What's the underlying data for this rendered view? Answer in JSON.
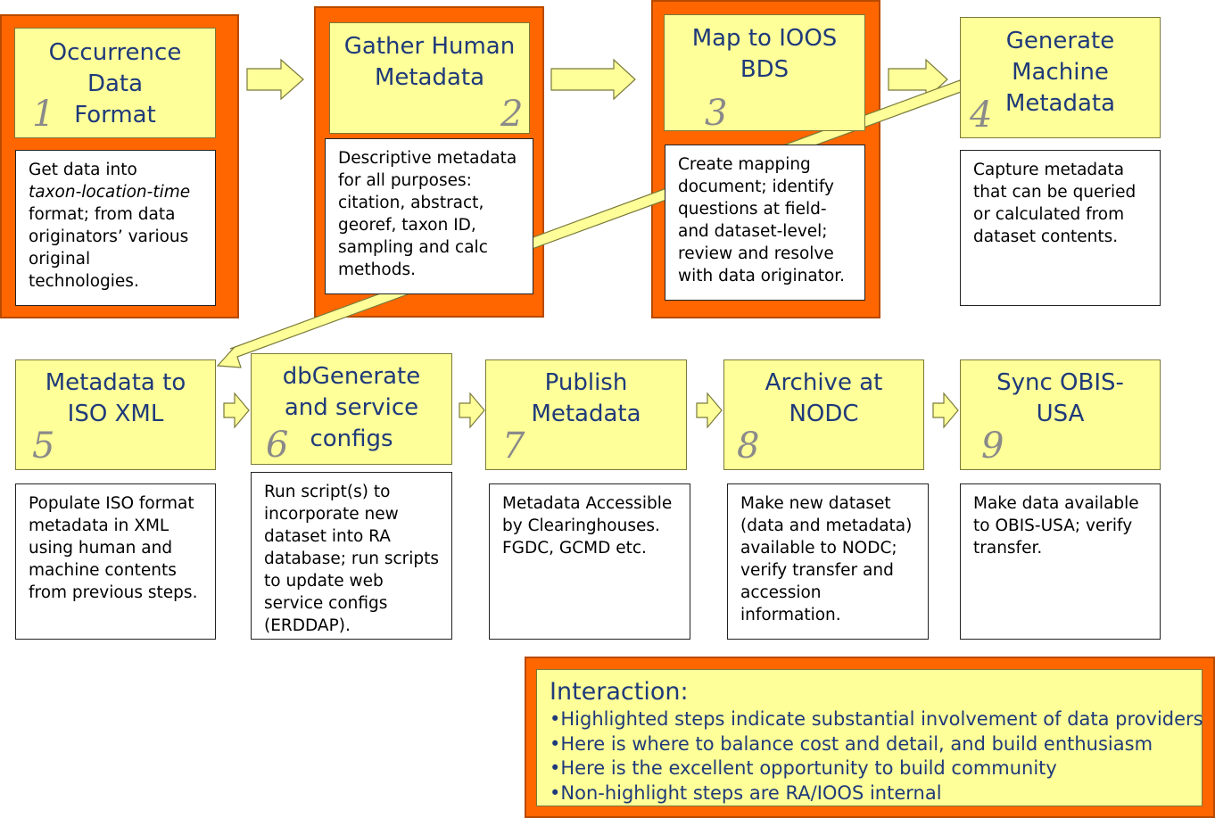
{
  "steps": [
    {
      "id": 1,
      "number": "1",
      "title": "Occurrence\nData\nFormat",
      "highlighted": true,
      "desc_pre": "Get data into\n",
      "desc_em": "taxon-location-time",
      "desc_post": "\nformat; from data\noriginators’ various\noriginal technologies."
    },
    {
      "id": 2,
      "number": "2",
      "title": "Gather Human\nMetadata",
      "highlighted": true,
      "desc": "Descriptive metadata\nfor all purposes:\ncitation, abstract,\ngeoref, taxon ID,\nsampling and calc\nmethods."
    },
    {
      "id": 3,
      "number": "3",
      "title": "Map to IOOS\nBDS",
      "highlighted": true,
      "desc": "Create mapping\ndocument; identify\nquestions at field-\nand dataset-level;\nreview and resolve\nwith data originator."
    },
    {
      "id": 4,
      "number": "4",
      "title": "Generate\nMachine\nMetadata",
      "highlighted": false,
      "desc": "Capture metadata\nthat can be queried\nor calculated from\ndataset contents."
    },
    {
      "id": 5,
      "number": "5",
      "title": "Metadata to\nISO XML",
      "highlighted": false,
      "desc": "Populate ISO format\nmetadata in XML\nusing human and\nmachine contents\nfrom previous steps."
    },
    {
      "id": 6,
      "number": "6",
      "title": "dbGenerate\nand service\nconfigs",
      "highlighted": false,
      "desc": "Run script(s) to\nincorporate new\ndataset into RA\ndatabase; run scripts\nto update web\nservice configs\n(ERDDAP)."
    },
    {
      "id": 7,
      "number": "7",
      "title": "Publish\nMetadata",
      "highlighted": false,
      "desc": "Metadata Accessible\nby Clearinghouses.\nFGDC, GCMD etc."
    },
    {
      "id": 8,
      "number": "8",
      "title": "Archive at\nNODC",
      "highlighted": false,
      "desc": "Make new dataset\n(data and metadata)\navailable to NODC;\nverify transfer and\naccession\ninformation."
    },
    {
      "id": 9,
      "number": "9",
      "title": "Sync OBIS-\nUSA",
      "highlighted": false,
      "desc": "Make data available\nto OBIS-USA; verify\ntransfer."
    }
  ],
  "legend": {
    "title": "Interaction:",
    "items": [
      "•Highlighted steps indicate substantial involvement of data providers",
      "•Here is where to balance cost and detail, and build enthusiasm",
      "•Here is the excellent opportunity to build community",
      "•Non-highlight steps are RA/IOOS internal"
    ]
  },
  "colors": {
    "highlight": "#ff6600",
    "title_fill": "#ffff99",
    "title_text": "#1f3a7a",
    "step_number": "#8a8a8a"
  }
}
